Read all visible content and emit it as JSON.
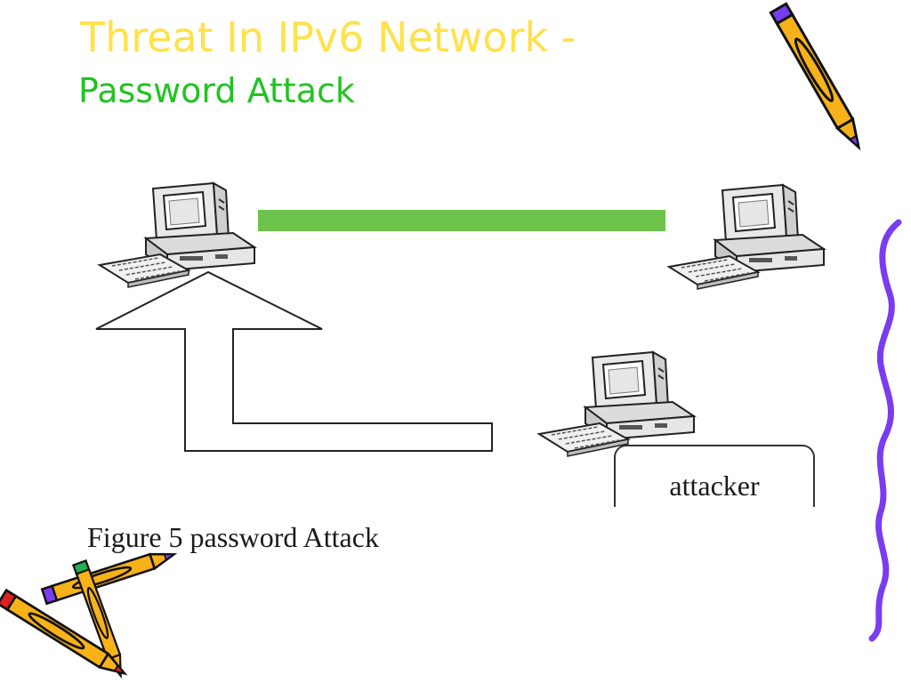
{
  "slide": {
    "title": "Threat In IPv6 Network -",
    "subtitle": "Password Attack",
    "caption": "Figure 5 password Attack"
  },
  "diagram": {
    "nodes": [
      {
        "id": "computer-left"
      },
      {
        "id": "computer-right"
      },
      {
        "id": "computer-attacker",
        "label": "attacker"
      }
    ],
    "edges": [
      {
        "from": "computer-left",
        "to": "computer-right",
        "kind": "connection-bar",
        "color": "#6cc24a"
      },
      {
        "from": "computer-attacker",
        "to": "computer-left",
        "kind": "hollow-arrow"
      }
    ]
  },
  "colors": {
    "title": "#ffe14a",
    "subtitle": "#22c322",
    "link": "#6cc24a",
    "squiggle": "#7a3cf0",
    "crayon_orange": "#f7b21a"
  },
  "decorations": [
    "crayon-top-right",
    "crayons-bottom-left",
    "wavy-purple-line"
  ]
}
